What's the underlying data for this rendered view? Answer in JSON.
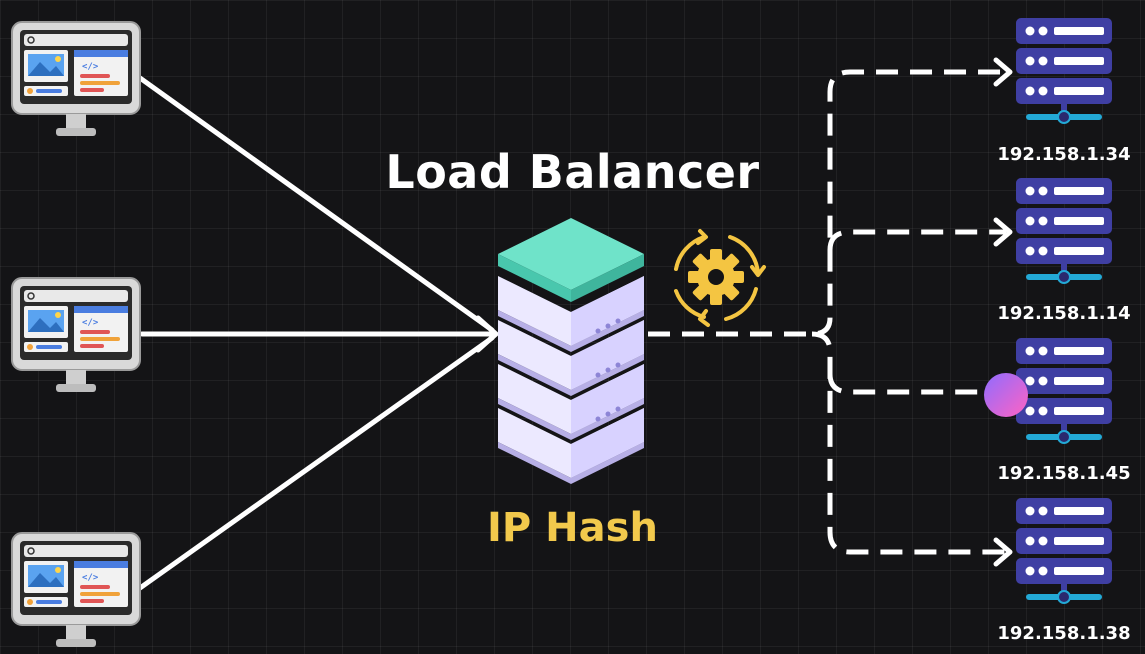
{
  "diagram": {
    "title": "Load Balancer",
    "algorithm": "IP Hash",
    "servers": [
      {
        "ip": "192.158.1.34"
      },
      {
        "ip": "192.158.1.14"
      },
      {
        "ip": "192.158.1.45"
      },
      {
        "ip": "192.158.1.38"
      }
    ],
    "client_count": 3
  },
  "colors": {
    "background": "#141416",
    "title": "#ffffff",
    "algorithm_label": "#f2c94c",
    "server_body": "#3f3fa3",
    "server_lights": "#ffffff",
    "lb_top": "#6fe3c9",
    "lb_body": "#e9e6ff",
    "gear": "#f4c542",
    "packet": "#e86fd0"
  },
  "icons": [
    "client-monitor-icon",
    "load-balancer-stack-icon",
    "gear-icon",
    "server-rack-icon",
    "packet-dot-icon"
  ]
}
